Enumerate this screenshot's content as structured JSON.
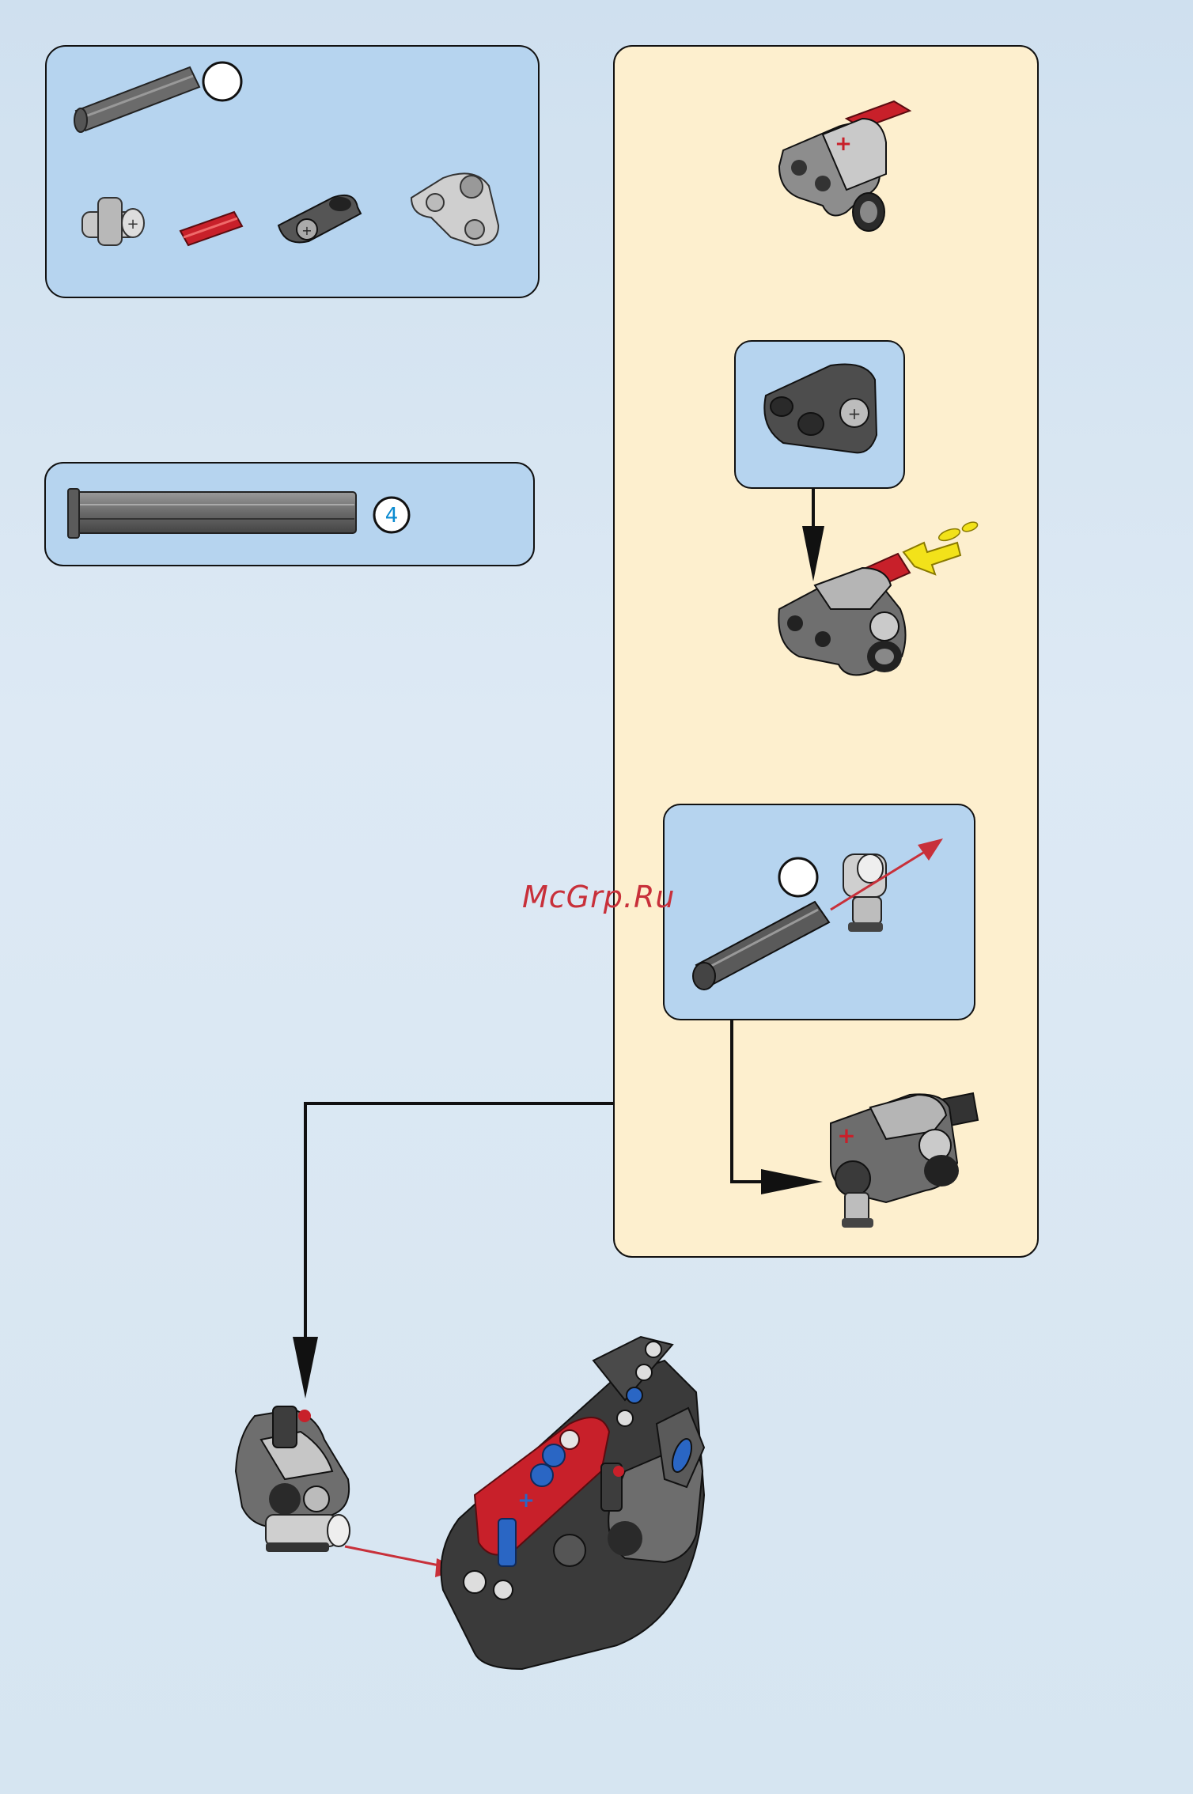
{
  "parts_list": {
    "axle_length_label": "",
    "parts": [
      "long-axle",
      "axle-connector",
      "red-axle-pin",
      "beam-1x2-connector",
      "angle-connector"
    ]
  },
  "axle_callout": {
    "length_label": "4"
  },
  "substeps": {
    "callout_axle_label": ""
  },
  "watermark": "McGrp.Ru",
  "colors": {
    "panel_blue": "#b6d4ef",
    "panel_cream": "#fdefce",
    "part_red": "#c8202a",
    "part_gray": "#7a7a7a",
    "part_dark": "#3a3a3a",
    "part_blue": "#2a66c4",
    "push_arrow": "#f2e21a"
  }
}
